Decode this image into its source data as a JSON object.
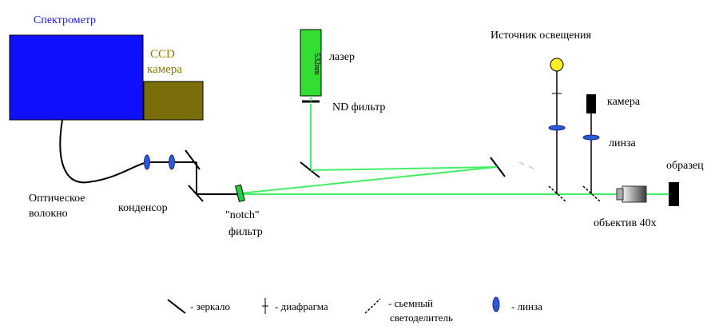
{
  "labels": {
    "spectrometer": "Спектрометр",
    "ccd_line1": "CCD",
    "ccd_line2": "камера",
    "laser_wavelength": "532nm",
    "laser": "лазер",
    "nd_filter": "ND фильтр",
    "light_source": "Источник освещения",
    "camera": "камера",
    "lens": "линза",
    "sample": "образец",
    "fiber_line1": "Оптическое",
    "fiber_line2": "волокно",
    "condenser": "конденсор",
    "notch_line1": "\"notch\"",
    "notch_line2": "фильтр",
    "objective": "объектив 40x"
  },
  "legend": {
    "mirror": "- зеркало",
    "diaphragm": "- диафрагма",
    "beamsplitter_line1": "- сьемный",
    "beamsplitter_line2": "светоделитель",
    "lens": "- линза"
  },
  "colors": {
    "spectrometer_fill": "#1010ff",
    "ccd_fill": "#7a6e0a",
    "laser_fill": "#33dd33",
    "beam": "#44ee66",
    "lens_fill": "#2a5ad8",
    "light_bulb": "#ffee22",
    "label_blue": "#1a1aff",
    "label_olive": "#8a7a00"
  }
}
